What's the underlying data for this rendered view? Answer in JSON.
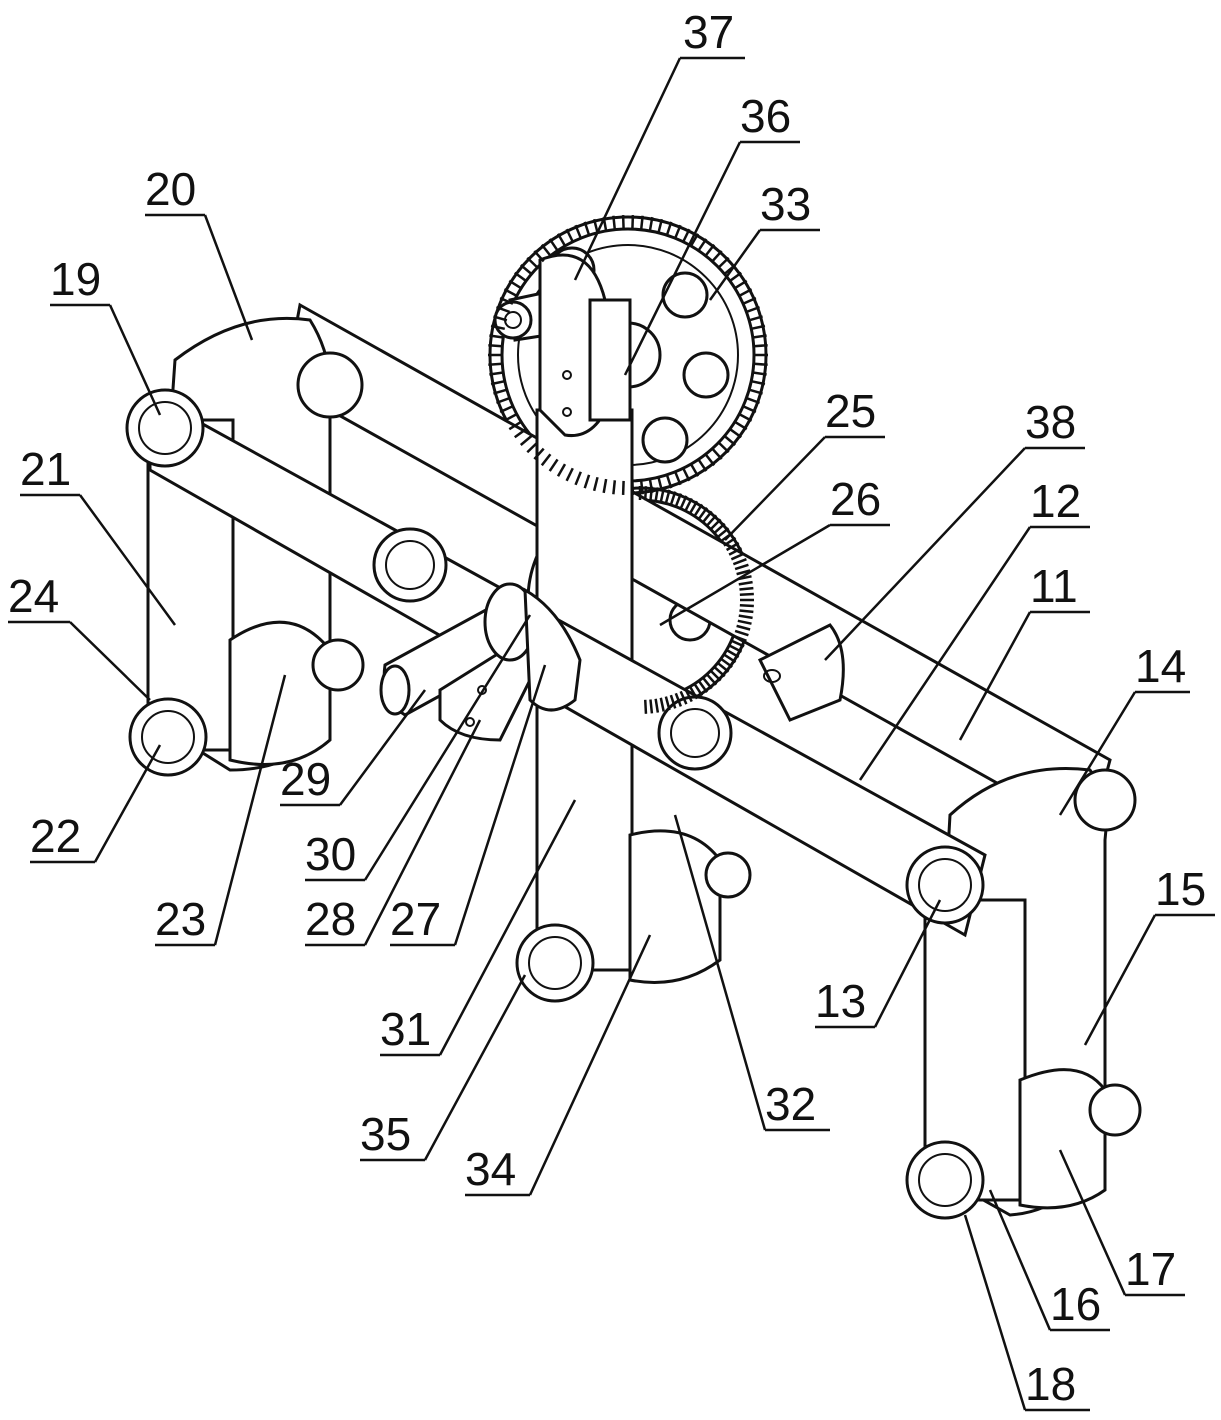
{
  "figure": {
    "labels": [
      {
        "id": "37",
        "text": "37"
      },
      {
        "id": "36",
        "text": "36"
      },
      {
        "id": "33",
        "text": "33"
      },
      {
        "id": "20",
        "text": "20"
      },
      {
        "id": "19",
        "text": "19"
      },
      {
        "id": "25",
        "text": "25"
      },
      {
        "id": "38",
        "text": "38"
      },
      {
        "id": "26",
        "text": "26"
      },
      {
        "id": "12",
        "text": "12"
      },
      {
        "id": "21",
        "text": "21"
      },
      {
        "id": "11",
        "text": "11"
      },
      {
        "id": "24",
        "text": "24"
      },
      {
        "id": "14",
        "text": "14"
      },
      {
        "id": "29",
        "text": "29"
      },
      {
        "id": "22",
        "text": "22"
      },
      {
        "id": "30",
        "text": "30"
      },
      {
        "id": "23",
        "text": "23"
      },
      {
        "id": "28",
        "text": "28"
      },
      {
        "id": "27",
        "text": "27"
      },
      {
        "id": "15",
        "text": "15"
      },
      {
        "id": "13",
        "text": "13"
      },
      {
        "id": "31",
        "text": "31"
      },
      {
        "id": "35",
        "text": "35"
      },
      {
        "id": "32",
        "text": "32"
      },
      {
        "id": "34",
        "text": "34"
      },
      {
        "id": "17",
        "text": "17"
      },
      {
        "id": "16",
        "text": "16"
      },
      {
        "id": "18",
        "text": "18"
      }
    ]
  }
}
